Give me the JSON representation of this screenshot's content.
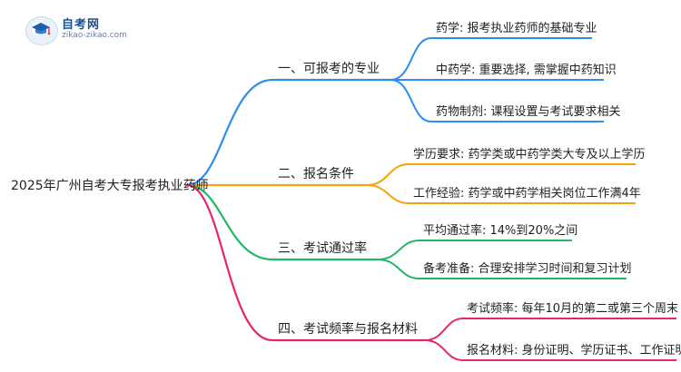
{
  "logo": {
    "name": "自考网",
    "url": "zikao-zikao.com"
  },
  "mindmap": {
    "root": "2025年广州自考大专报考执业药师",
    "branches": [
      {
        "label": "一、可报考的专业",
        "color": "#2b8ef0",
        "leaves": [
          "药学: 报考执业药师的基础专业",
          "中药学: 重要选择, 需掌握中药知识",
          "药物制剂: 课程设置与考试要求相关"
        ]
      },
      {
        "label": "二、报名条件",
        "color": "#f2a40a",
        "leaves": [
          "学历要求: 药学类或中药学类大专及以上学历",
          "工作经验: 药学或中药学相关岗位工作满4年"
        ]
      },
      {
        "label": "三、考试通过率",
        "color": "#22b765",
        "leaves": [
          "平均通过率: 14%到20%之间",
          "备考准备: 合理安排学习时间和复习计划"
        ]
      },
      {
        "label": "四、考试频率与报名材料",
        "color": "#e8246a",
        "leaves": [
          "考试频率: 每年10月的第二或第三个周末",
          "报名材料: 身份证明、学历证书、工作证明"
        ]
      }
    ]
  }
}
